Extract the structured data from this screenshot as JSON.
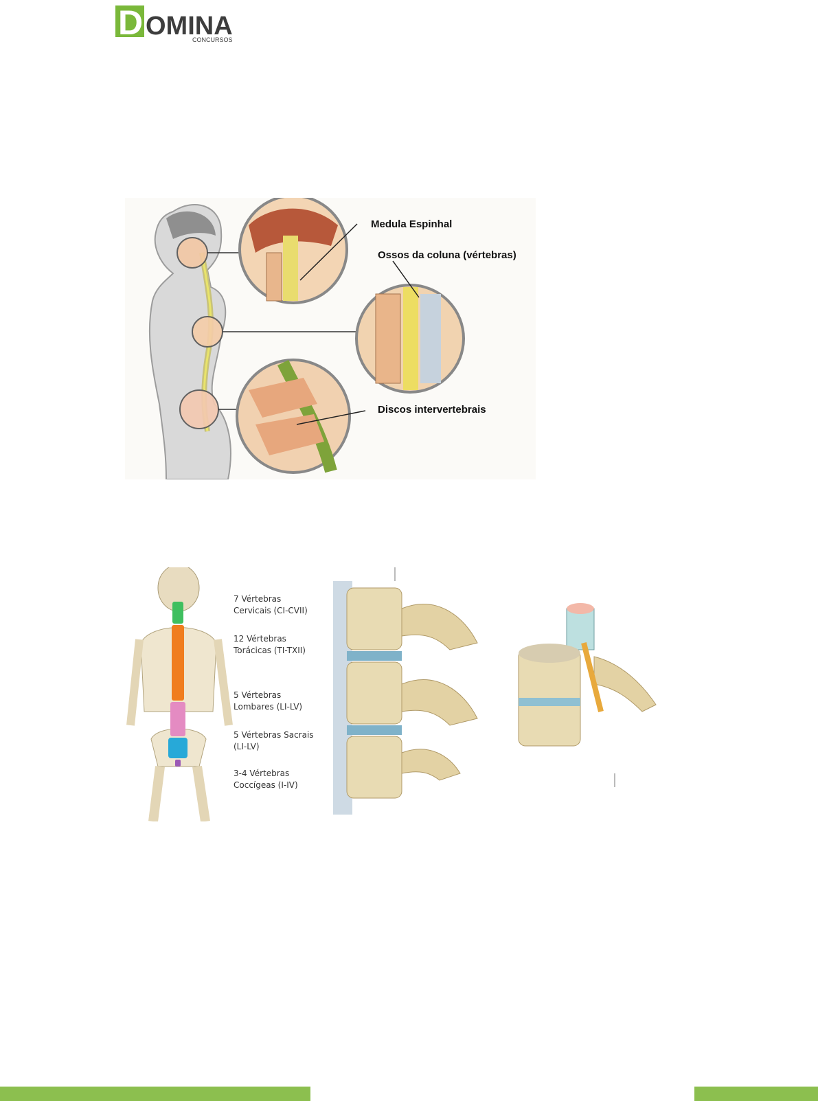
{
  "header": {
    "logo": {
      "letter": "D",
      "word": "OMINA",
      "sub": "CONCURSOS"
    }
  },
  "figure1": {
    "labels": {
      "medula": "Medula Espinhal",
      "ossos": "Ossos da coluna (vértebras)",
      "discos": "Discos intervertebrais"
    }
  },
  "figure2": {
    "regions": [
      {
        "line1": "7 Vértebras",
        "line2": "Cervicais (CI-CVII)",
        "color": "#3fbf5f"
      },
      {
        "line1": "12 Vértebras",
        "line2": "Torácicas (TI-TXII)",
        "color": "#f07d1e"
      },
      {
        "line1": "5 Vértebras",
        "line2": "Lombares (LI-LV)",
        "color": "#e48bc2"
      },
      {
        "line1": "5 Vértebras Sacrais",
        "line2": "(LI-LV)",
        "color": "#27a9d8"
      },
      {
        "line1": "3-4 Vértebras",
        "line2": "Coccígeas (I-IV)",
        "color": "#9b59b6"
      }
    ]
  },
  "theme": {
    "brand_green": "#8cbf4f",
    "logo_green": "#7ab83a"
  }
}
